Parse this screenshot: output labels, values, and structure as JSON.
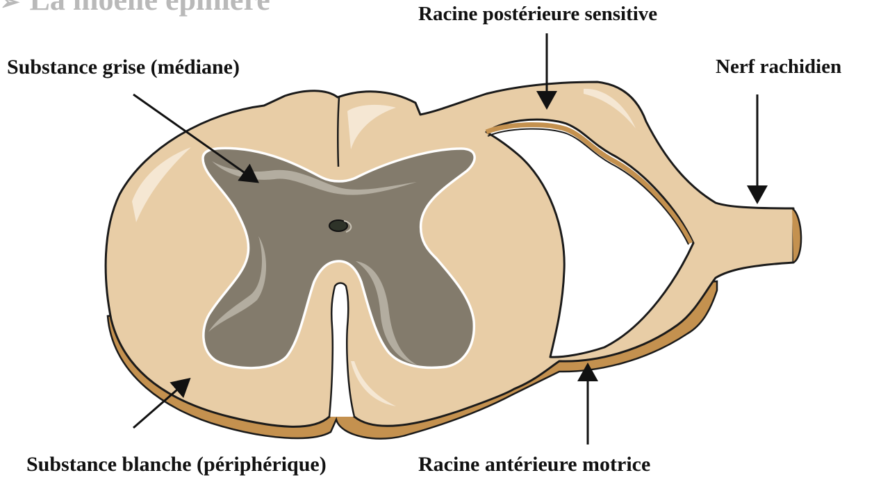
{
  "heading": {
    "bullet": "➢",
    "text": "La moelle épinière"
  },
  "labels": {
    "racine_posterieure": "Racine postérieure sensitive",
    "nerf_rachidien": "Nerf rachidien",
    "substance_grise": "Substance grise (médiane)",
    "substance_blanche": "Substance blanche (périphérique)",
    "racine_anterieure": "Racine antérieure motrice"
  },
  "colors": {
    "white_matter": "#e8cda6",
    "white_matter_edge": "#c4914f",
    "gray_matter": "#837b6c",
    "outline": "#1a1a1a",
    "canal": "#2e3329"
  }
}
